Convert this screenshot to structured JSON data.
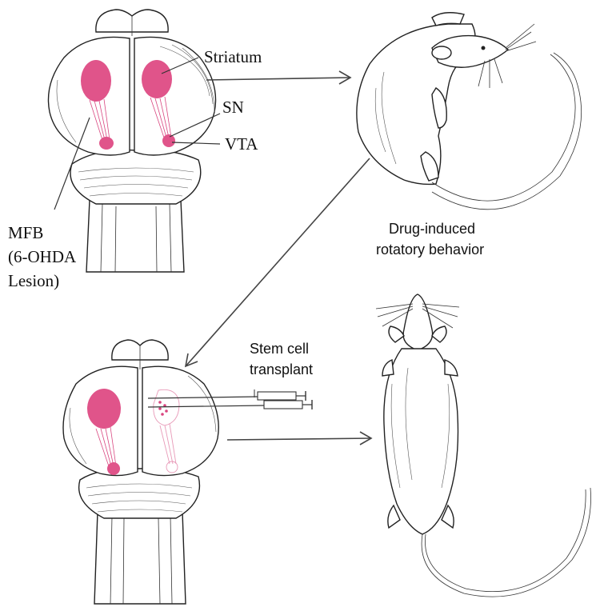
{
  "labels": {
    "striatum": "Striatum",
    "sn": "SN",
    "vta": "VTA",
    "mfb_line1": "MFB",
    "mfb_line2": "(6-OHDA",
    "mfb_line3": "Lesion)",
    "rotatory_line1": "Drug-induced",
    "rotatory_line2": "rotatory behavior",
    "transplant_line1": "Stem cell",
    "transplant_line2": "transplant"
  },
  "colors": {
    "dopamine_region": "#e0548a",
    "line_art": "#222222",
    "arrows": "#444444"
  }
}
